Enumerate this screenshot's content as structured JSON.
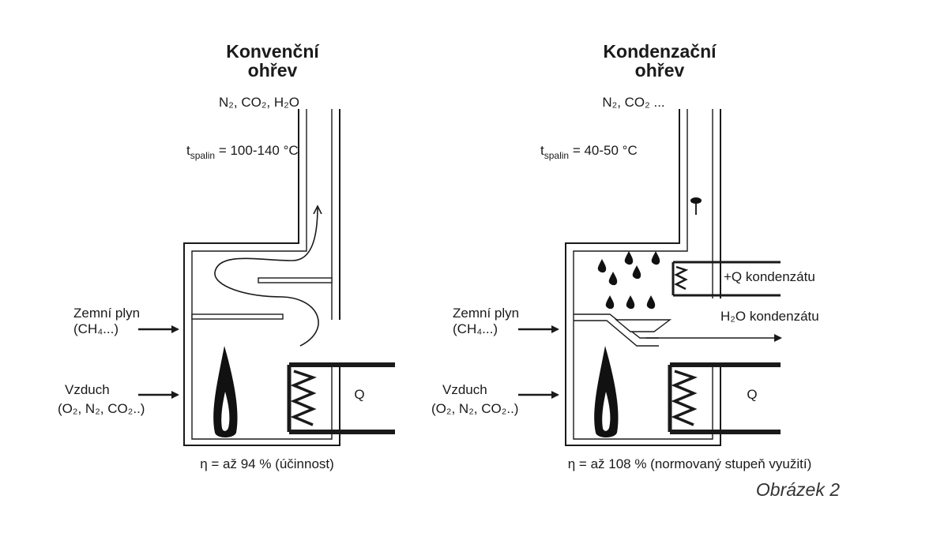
{
  "colors": {
    "ink": "#1a1a1a",
    "caption": "#333333",
    "background": "#ffffff"
  },
  "left": {
    "title_line1": "Konvenční",
    "title_line2": "ohřev",
    "flue_gas": "N₂, CO₂, H₂O",
    "t_symbol": "t",
    "t_sub": "spalin",
    "t_value": " = 100-140 °C",
    "gas_line1": "Zemní plyn",
    "gas_line2": "(CH₄...)",
    "air_line1": "Vzduch",
    "air_line2": "(O₂, N₂, CO₂..)",
    "heat": "Q",
    "efficiency": "η = až 94 % (účinnost)"
  },
  "right": {
    "title_line1": "Kondenzační",
    "title_line2": "ohřev",
    "flue_gas": "N₂, CO₂ ...",
    "t_symbol": "t",
    "t_sub": "spalin",
    "t_value": " = 40-50 °C",
    "gas_line1": "Zemní plyn",
    "gas_line2": "(CH₄...)",
    "air_line1": "Vzduch",
    "air_line2": "(O₂, N₂, CO₂..)",
    "condensate_heat": "+Q  kondenzátu",
    "condensate_water": "H₂O  kondenzátu",
    "heat": "Q",
    "efficiency": "η = až 108 % (normovaný stupeň využití)"
  },
  "caption": "Obrázek 2",
  "icons": [
    "flame-icon",
    "heat-exchanger-coil-icon",
    "water-drop-icon",
    "fan-icon",
    "arrow-icon",
    "condensate-tray-icon"
  ]
}
